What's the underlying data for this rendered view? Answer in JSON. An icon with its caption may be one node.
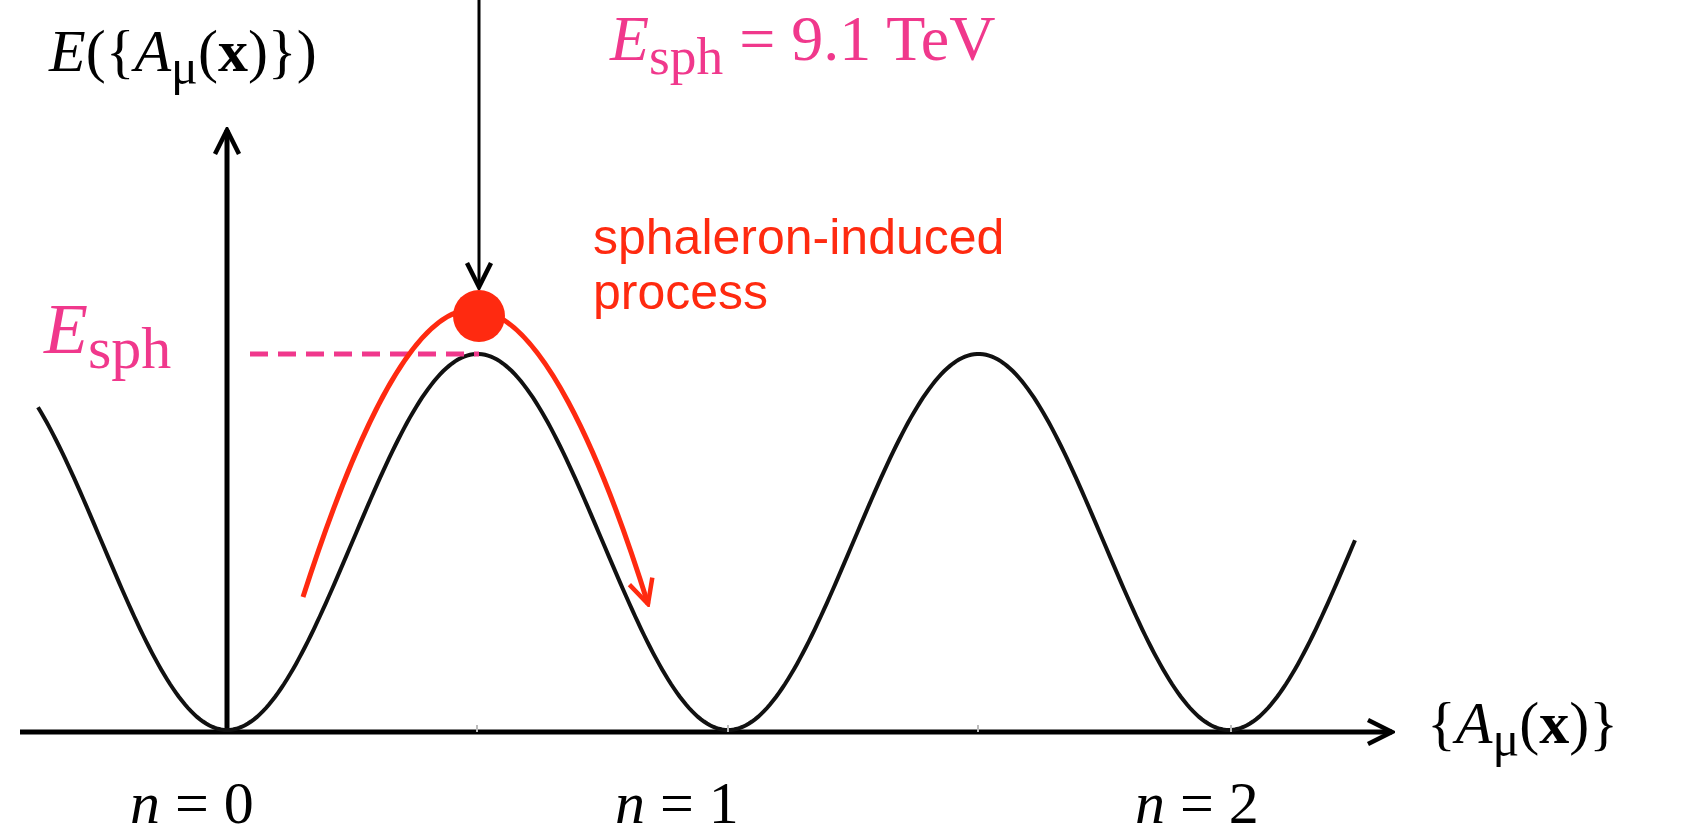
{
  "diagram": {
    "nodes": [
      {
        "text": [
          "*E*$_{sph}$ = 9.1 TeV"
        ]
      },
      {
        "text": [],
        "shape": "circle"
      }
    ],
    "edges": [
      {
        "from": null,
        "to": 1,
        "arrow": "to"
      }
    ],
    "labels": [
      "*E*({*A*$_{μ}$(**x**)})",
      "sphaleron-induced process",
      "*E*$_{sph}$",
      "{*A*$_{μ}$(**x**)}",
      "*n* = 0",
      "*n* = 1",
      "*n* = 2"
    ]
  }
}
